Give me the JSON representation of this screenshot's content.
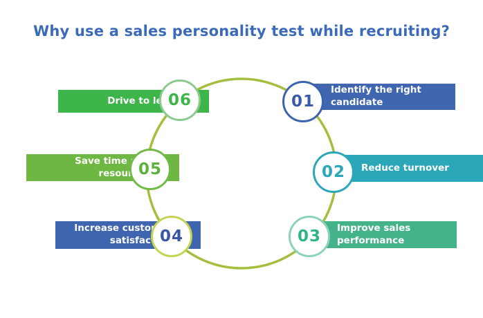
{
  "title": {
    "text": "Why use a sales personality test while recruiting?",
    "color": "#3b6ab8"
  },
  "ring": {
    "color": "#a4bf3e"
  },
  "items": [
    {
      "number": "01",
      "label": "Identify the right candidate",
      "bar_color": "#4066b0",
      "number_color": "#3a5aab",
      "circle_border_color": "#3c63ad"
    },
    {
      "number": "02",
      "label": "Reduce turnover",
      "bar_color": "#2ba7b9",
      "number_color": "#2ba7b9",
      "circle_border_color": "#2ba7b9"
    },
    {
      "number": "03",
      "label": "Improve sales performance",
      "bar_color": "#44b38a",
      "number_color": "#2fb487",
      "circle_border_color": "#8dd3b5"
    },
    {
      "number": "04",
      "label": "Increase customer satisfaction",
      "bar_color": "#3f65ae",
      "number_color": "#3a55a8",
      "circle_border_color": "#c5d455"
    },
    {
      "number": "05",
      "label": "Save time and resources",
      "bar_color": "#6fb743",
      "number_color": "#5cb23c",
      "circle_border_color": "#70ba45"
    },
    {
      "number": "06",
      "label": "Drive to learn",
      "bar_color": "#3db54b",
      "number_color": "#3db54b",
      "circle_border_color": "#8bca8e"
    }
  ]
}
